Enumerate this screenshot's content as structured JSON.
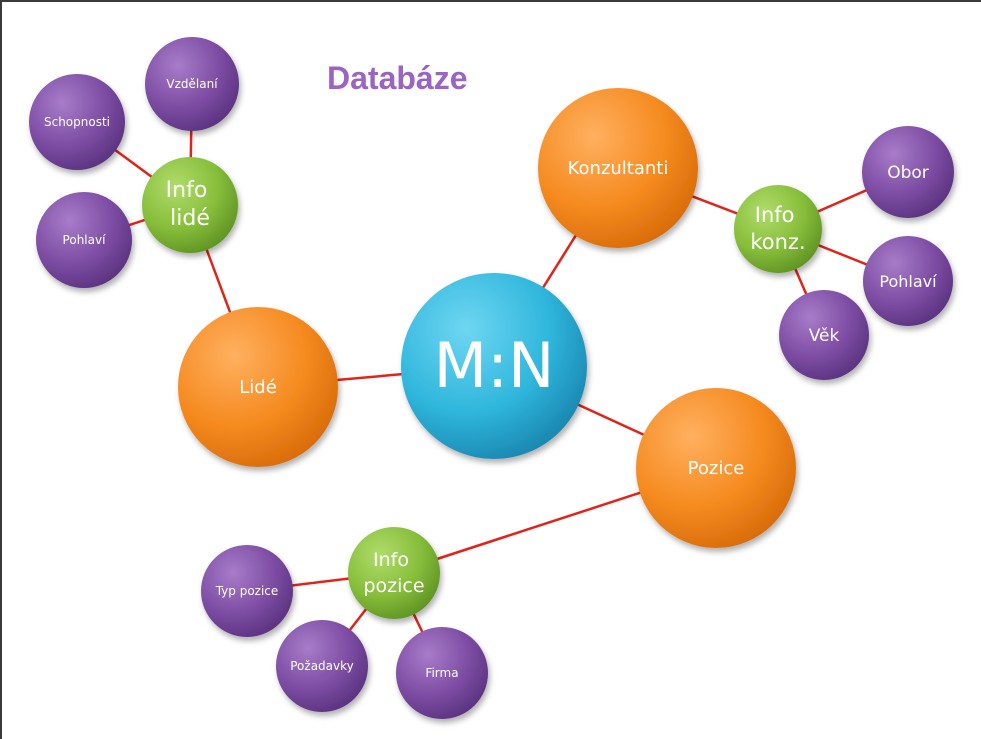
{
  "title": "Databáze",
  "colors": {
    "center": "#2fb6dc",
    "entity": "#f58a1f",
    "info": "#86bd3a",
    "attribute": "#7d4ca3",
    "edge": "#e2231a",
    "title": "#9a63c4"
  },
  "nodes": {
    "center": {
      "label": "M:N"
    },
    "lide": {
      "label": "Lidé"
    },
    "konzultanti": {
      "label": "Konzultanti"
    },
    "pozice": {
      "label": "Pozice"
    },
    "info_lide": {
      "lines": [
        "Info",
        "lidé"
      ]
    },
    "info_konz": {
      "lines": [
        "Info",
        "konz."
      ]
    },
    "info_pozice": {
      "lines": [
        "Info",
        "pozice"
      ]
    },
    "vzdelani": {
      "label": "Vzdělaní"
    },
    "schopnosti": {
      "label": "Schopnosti"
    },
    "pohlavi_lide": {
      "label": "Pohlaví"
    },
    "obor": {
      "label": "Obor"
    },
    "pohlavi_konz": {
      "label": "Pohlaví"
    },
    "vek": {
      "label": "Věk"
    },
    "typ_pozice": {
      "label": "Typ pozice"
    },
    "pozadavky": {
      "label": "Požadavky"
    },
    "firma": {
      "label": "Firma"
    }
  },
  "edges": [
    {
      "from": "center",
      "to": "lide"
    },
    {
      "from": "center",
      "to": "konzultanti"
    },
    {
      "from": "center",
      "to": "pozice"
    },
    {
      "from": "lide",
      "to": "info_lide"
    },
    {
      "from": "info_lide",
      "to": "vzdelani"
    },
    {
      "from": "info_lide",
      "to": "schopnosti"
    },
    {
      "from": "info_lide",
      "to": "pohlavi_lide"
    },
    {
      "from": "konzultanti",
      "to": "info_konz"
    },
    {
      "from": "info_konz",
      "to": "obor"
    },
    {
      "from": "info_konz",
      "to": "pohlavi_konz"
    },
    {
      "from": "info_konz",
      "to": "vek"
    },
    {
      "from": "pozice",
      "to": "info_pozice"
    },
    {
      "from": "info_pozice",
      "to": "typ_pozice"
    },
    {
      "from": "info_pozice",
      "to": "pozadavky"
    },
    {
      "from": "info_pozice",
      "to": "firma"
    }
  ]
}
